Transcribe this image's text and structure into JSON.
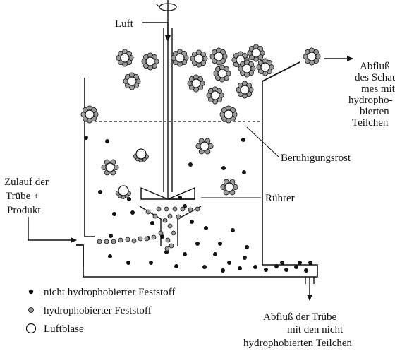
{
  "labels": {
    "air": "Luft",
    "froth_outlet": [
      "Abfluß",
      "des Schau-",
      "mes mit",
      "hydropho-",
      "bierten",
      "Teilchen"
    ],
    "calming_grid": "Beruhigungsrost",
    "stirrer": "Rührer",
    "feed": [
      "Zulauf der",
      "Trübe +",
      "Produkt"
    ],
    "pulp_outlet": [
      "Abfluß der Trübe",
      "mit den nicht",
      "hydrophobierten Teilchen"
    ]
  },
  "legend": {
    "items": [
      {
        "symbol": "solid-dot",
        "label": "nicht hydrophobierter Feststoff"
      },
      {
        "symbol": "grey-dot",
        "label": "hydrophobierter Feststoff"
      },
      {
        "symbol": "open-circle",
        "label": "Luftblase"
      }
    ]
  },
  "colors": {
    "line": "#111111",
    "hydrophobic_particle": "#9a9a9a",
    "bubble_fill": "#ffffff"
  }
}
